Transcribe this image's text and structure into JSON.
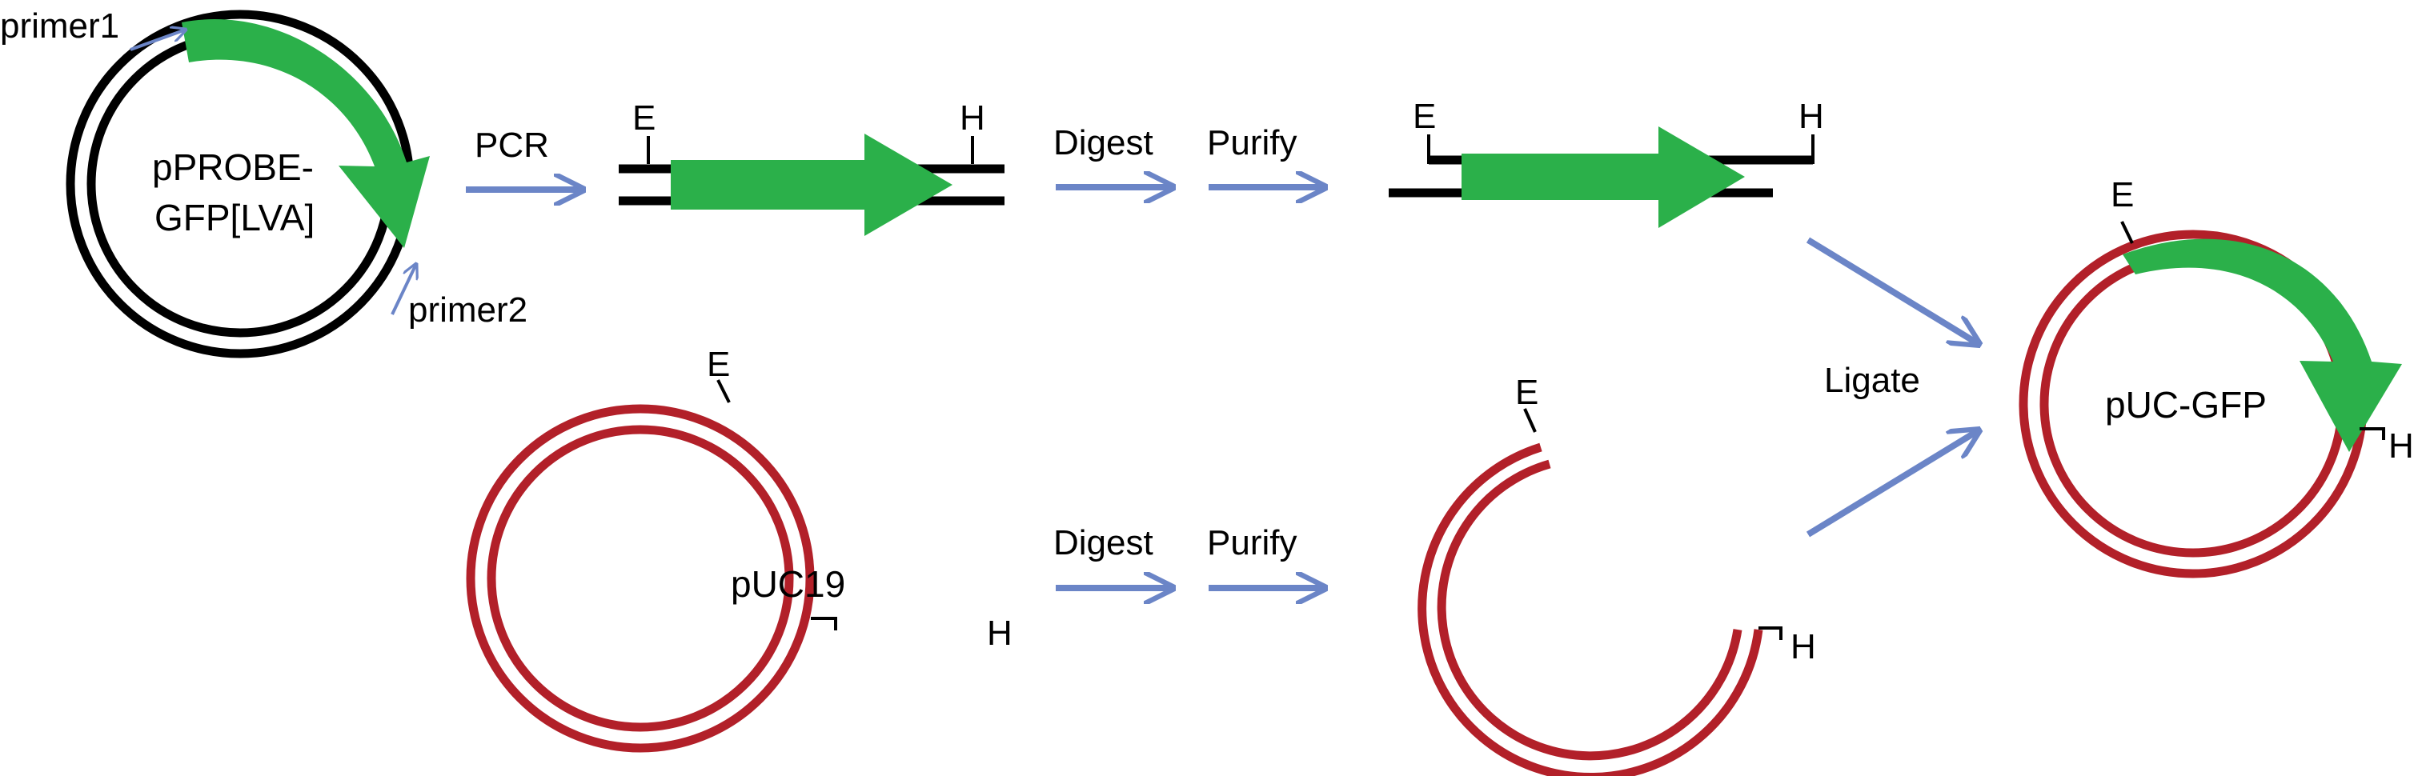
{
  "colors": {
    "black": "#000000",
    "red": "#b22029",
    "green": "#2bb04a",
    "blue": "#6b85c7"
  },
  "labels": {
    "primer1": "primer1",
    "primer2": "primer2",
    "pprobe_line1": "pPROBE-",
    "pprobe_line2": "GFP[LVA]",
    "pcr": "PCR",
    "digest_top": "Digest",
    "purify_top": "Purify",
    "digest_bottom": "Digest",
    "purify_bottom": "Purify",
    "ligate": "Ligate",
    "puc19": "pUC19",
    "puc_gfp": "pUC-GFP",
    "site_e": "E",
    "site_h": "H"
  }
}
